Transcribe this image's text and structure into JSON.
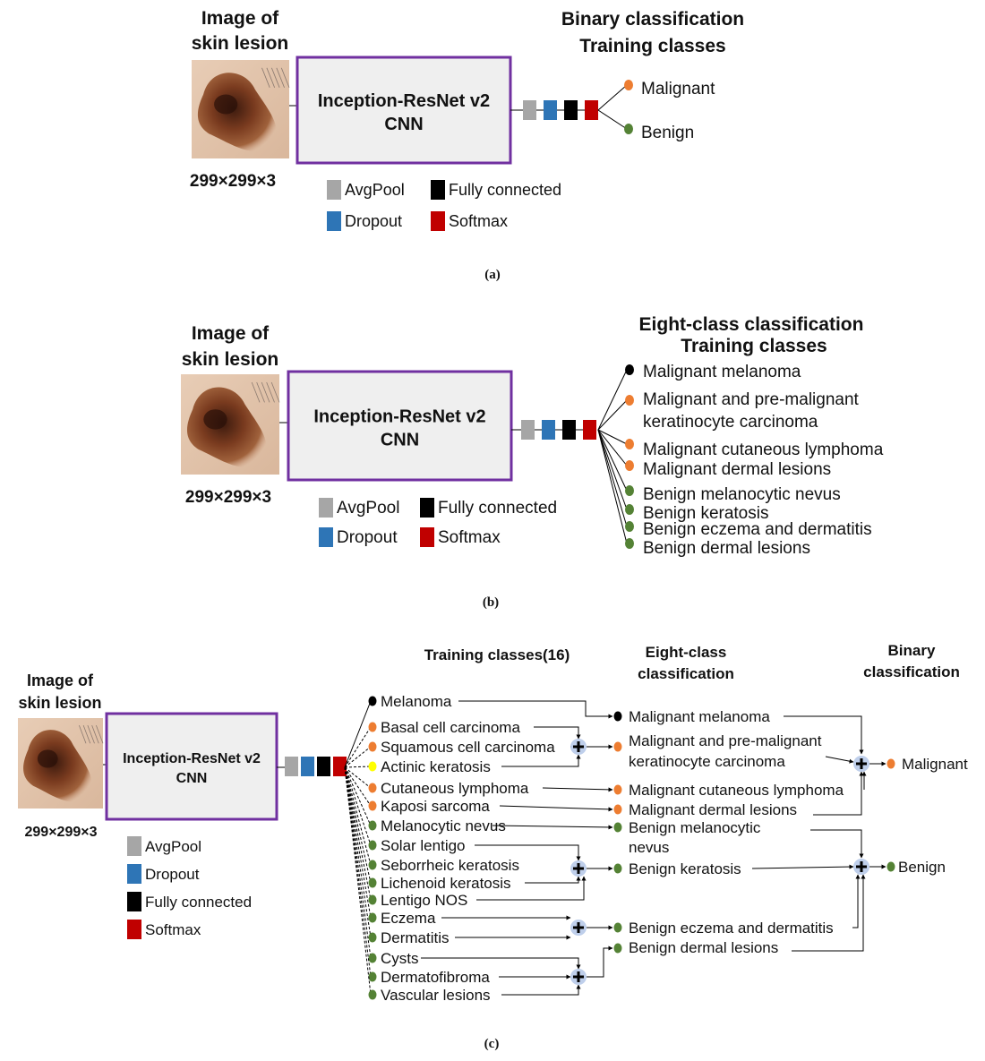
{
  "colors": {
    "avgpool": "#a6a6a6",
    "dropout": "#2e75b6",
    "fully_connected": "#000000",
    "softmax": "#c00000",
    "cnn_border": "#7030a0",
    "cnn_fill": "#efefef",
    "malignant": "#ed7d31",
    "benign": "#548235",
    "melanoma": "#000000",
    "actinic": "#ffff00",
    "merge_node": "#b4c7e7"
  },
  "icons": [
    "skin-lesion-image",
    "merge-plus-icon"
  ],
  "legend": {
    "avgpool": "AvgPool",
    "dropout": "Dropout",
    "fully_connected": "Fully connected",
    "softmax": "Softmax"
  },
  "panel_a": {
    "image_label": [
      "Image of",
      "skin lesion"
    ],
    "dims": "299×299×3",
    "cnn": [
      "Inception-ResNet v2",
      "CNN"
    ],
    "header": [
      "Binary classification",
      "Training classes"
    ],
    "classes": [
      {
        "label": "Malignant",
        "kind": "malignant"
      },
      {
        "label": "Benign",
        "kind": "benign"
      }
    ],
    "caption": "(a)"
  },
  "panel_b": {
    "image_label": [
      "Image of",
      "skin lesion"
    ],
    "dims": "299×299×3",
    "cnn": [
      "Inception-ResNet v2",
      "CNN"
    ],
    "header": [
      "Eight-class classification",
      "Training classes"
    ],
    "classes": [
      {
        "label": "Malignant melanoma",
        "kind": "melanoma"
      },
      {
        "label": "Malignant and pre-malignant\nkeratinocyte carcinoma",
        "kind": "malignant"
      },
      {
        "label": "Malignant cutaneous lymphoma",
        "kind": "malignant"
      },
      {
        "label": "Malignant dermal lesions",
        "kind": "malignant"
      },
      {
        "label": "Benign melanocytic nevus",
        "kind": "benign"
      },
      {
        "label": "Benign keratosis",
        "kind": "benign"
      },
      {
        "label": "Benign eczema and dermatitis",
        "kind": "benign"
      },
      {
        "label": "Benign dermal lesions",
        "kind": "benign"
      }
    ],
    "caption": "(b)"
  },
  "panel_c": {
    "image_label": [
      "Image of",
      "skin lesion"
    ],
    "dims": "299×299×3",
    "cnn": [
      "Inception-ResNet v2",
      "CNN"
    ],
    "header_training": "Training classes(16)",
    "header_eight": [
      "Eight-class",
      "classification"
    ],
    "header_binary": [
      "Binary",
      "classification"
    ],
    "training_classes": [
      {
        "label": "Melanoma",
        "kind": "melanoma"
      },
      {
        "label": "Basal cell carcinoma",
        "kind": "malignant"
      },
      {
        "label": "Squamous cell carcinoma",
        "kind": "malignant"
      },
      {
        "label": "Actinic keratosis",
        "kind": "actinic"
      },
      {
        "label": "Cutaneous lymphoma",
        "kind": "malignant"
      },
      {
        "label": "Kaposi sarcoma",
        "kind": "malignant"
      },
      {
        "label": "Melanocytic nevus",
        "kind": "benign"
      },
      {
        "label": "Solar lentigo",
        "kind": "benign"
      },
      {
        "label": "Seborrheic keratosis",
        "kind": "benign"
      },
      {
        "label": "Lichenoid keratosis",
        "kind": "benign"
      },
      {
        "label": "Lentigo NOS",
        "kind": "benign"
      },
      {
        "label": "Eczema",
        "kind": "benign"
      },
      {
        "label": "Dermatitis",
        "kind": "benign"
      },
      {
        "label": "Cysts",
        "kind": "benign"
      },
      {
        "label": "Dermatofibroma",
        "kind": "benign"
      },
      {
        "label": "Vascular lesions",
        "kind": "benign"
      }
    ],
    "eight_classes": [
      {
        "label": "Malignant melanoma",
        "kind": "melanoma"
      },
      {
        "label": "Malignant and pre-malignant\nkeratinocyte carcinoma",
        "kind": "malignant"
      },
      {
        "label": "Malignant cutaneous lymphoma",
        "kind": "malignant"
      },
      {
        "label": "Malignant dermal lesions",
        "kind": "malignant"
      },
      {
        "label": "Benign melanocytic\nnevus",
        "kind": "benign"
      },
      {
        "label": "Benign keratosis",
        "kind": "benign"
      },
      {
        "label": "Benign eczema and dermatitis",
        "kind": "benign"
      },
      {
        "label": "Benign dermal lesions",
        "kind": "benign"
      }
    ],
    "binary_classes": [
      {
        "label": "Malignant",
        "kind": "malignant"
      },
      {
        "label": "Benign",
        "kind": "benign"
      }
    ],
    "mapping_training_to_eight": [
      0,
      1,
      1,
      1,
      2,
      3,
      4,
      5,
      5,
      5,
      5,
      6,
      6,
      7,
      7,
      7
    ],
    "mapping_eight_to_binary": [
      0,
      0,
      0,
      0,
      1,
      1,
      1,
      1
    ],
    "caption": "(c)"
  }
}
